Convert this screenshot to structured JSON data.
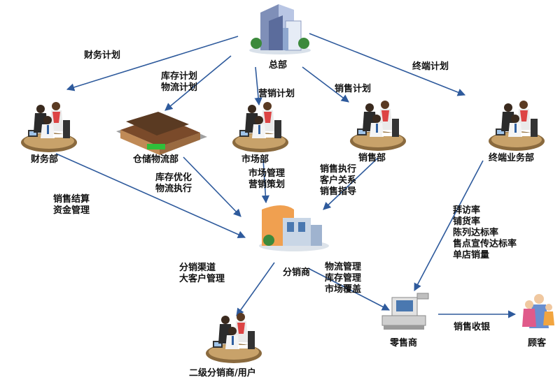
{
  "nodes": {
    "hq": "总部",
    "finance": "财务部",
    "warehouse": "仓储物流部",
    "marketing": "市场部",
    "sales": "销售部",
    "terminal": "终端业务部",
    "distributor": "分销商",
    "secondary": "二级分销商/用户",
    "retailer": "零售商",
    "customer": "顾客"
  },
  "edge_labels": {
    "finance_plan": "财务计划",
    "inventory_plan": [
      "库存计划",
      "物流计划"
    ],
    "marketing_plan": "营销计划",
    "sales_plan": "销售计划",
    "terminal_plan": "终端计划",
    "settlement": [
      "销售结算",
      "资金管理"
    ],
    "inventory_opt": [
      "库存优化",
      "物流执行"
    ],
    "market_mgmt": [
      "市场管理",
      "营销策划"
    ],
    "sales_exec": [
      "销售执行",
      "客户关系",
      "销售指导"
    ],
    "terminal_kpis": [
      "拜访率",
      "铺货率",
      "陈列达标率",
      "售点宣传达标率",
      "单店销量"
    ],
    "channel": [
      "分销渠道",
      "大客户管理"
    ],
    "logistics": [
      "物流管理",
      "库存管理",
      "市场覆盖"
    ],
    "cashier": "销售收银"
  },
  "colors": {
    "arrow": "#2e5a9c",
    "text": "#111111"
  }
}
